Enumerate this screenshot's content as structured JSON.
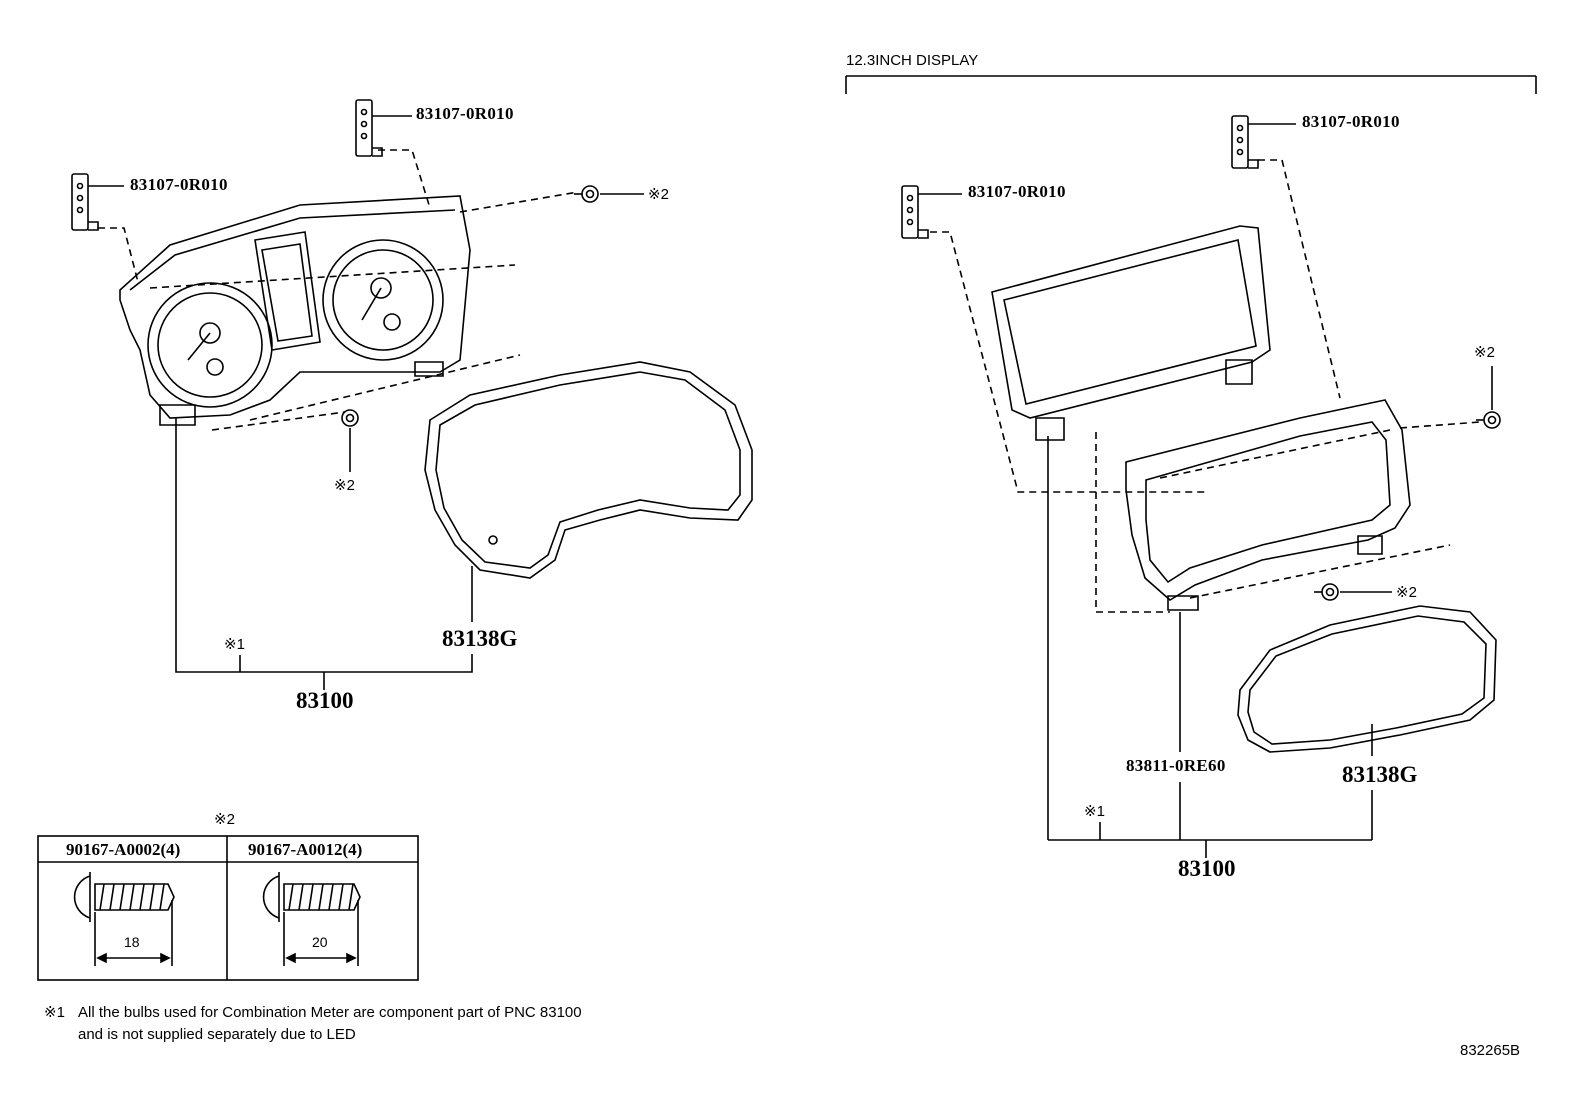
{
  "labels": {
    "display_header": "12.3INCH DISPLAY",
    "left": {
      "bracket_top": "83107-0R010",
      "bracket_left": "83107-0R010",
      "screw_top": "※2",
      "screw_bottom": "※2",
      "cover": "83138G",
      "note_ref": "※1",
      "assembly": "83100"
    },
    "right": {
      "bracket_top": "83107-0R010",
      "bracket_left": "83107-0R010",
      "screw_top": "※2",
      "screw_bottom": "※2",
      "display_unit": "83811-0RE60",
      "cover": "83138G",
      "note_ref": "※1",
      "assembly": "83100"
    }
  },
  "screw_table": {
    "title": "※2",
    "columns": [
      {
        "part": "90167-A0002(4)",
        "length": "18"
      },
      {
        "part": "90167-A0012(4)",
        "length": "20"
      }
    ]
  },
  "footnote": {
    "mark": "※1",
    "line1": "All the bulbs used for Combination Meter are component part of PNC 83100",
    "line2": "and is not supplied separately due to LED"
  },
  "diagram_id": "832265B"
}
